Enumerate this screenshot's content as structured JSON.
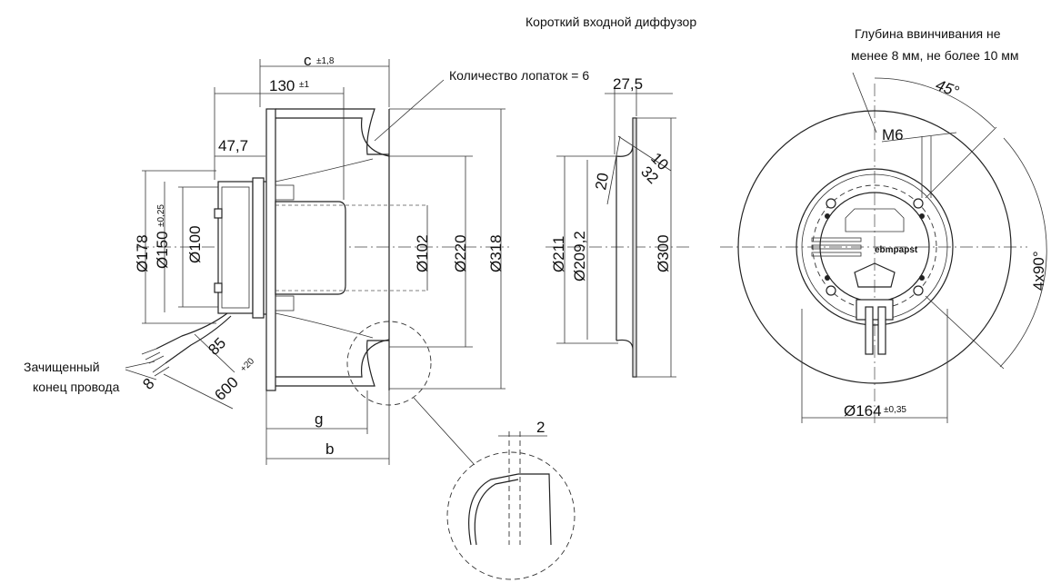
{
  "titles": {
    "diffuser": "Короткий входной диффузор",
    "screw_depth_line1": "Глубина ввинчивания не",
    "screw_depth_line2": "менее 8 мм, не более 10 мм",
    "blades": "Количество лопаток = 6",
    "wire_line1": "Зачищенный",
    "wire_line2": "конец провода"
  },
  "side_view": {
    "c": "c",
    "c_tol": "±1,8",
    "d130": "130",
    "d130_tol": "±1",
    "d47": "47,7",
    "d178": "Ø178",
    "d150": "Ø150",
    "d150_tol": "±0,25",
    "d100": "Ø100",
    "d102": "Ø102",
    "d220": "Ø220",
    "d318": "Ø318",
    "d85": "85",
    "d600": "600",
    "d600_tol": "+20",
    "d8": "8",
    "g": "g",
    "b": "b",
    "d2": "2"
  },
  "diffuser_view": {
    "d27": "27,5",
    "d10": "10",
    "d32": "32",
    "d20": "20",
    "d211": "Ø211",
    "d209": "Ø209,2",
    "d300": "Ø300"
  },
  "front_view": {
    "m6": "M6",
    "a45": "45°",
    "a4x90": "4x90°",
    "d164": "Ø164",
    "d164_tol": "±0,35",
    "brand": "ebmpapst"
  }
}
